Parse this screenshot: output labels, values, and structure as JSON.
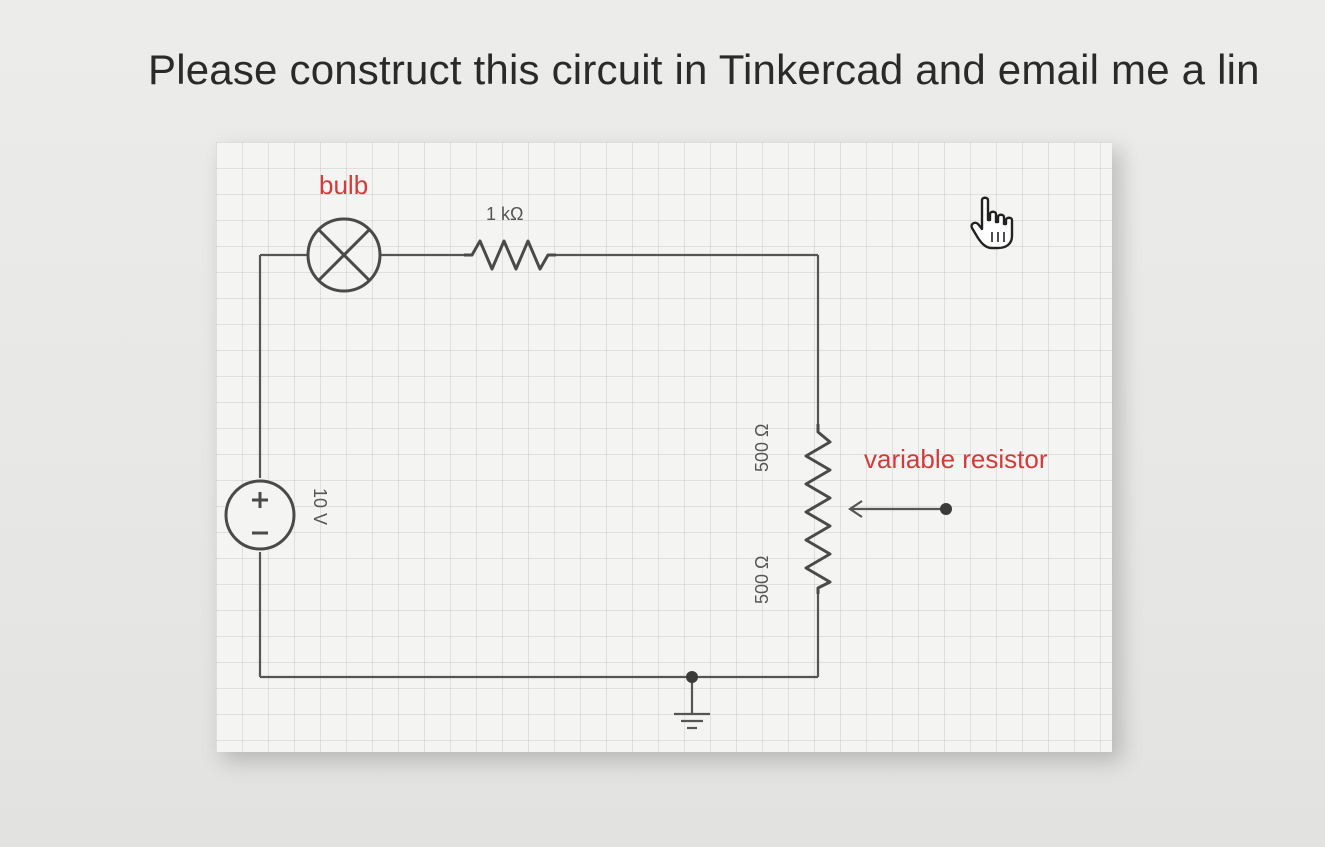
{
  "instruction": {
    "text": "Please construct this circuit in Tinkercad and email me a lin"
  },
  "circuit": {
    "bulb_label": "bulb",
    "resistor_label": "1 kΩ",
    "source_label": "10 V",
    "pot_upper_label": "500 Ω",
    "pot_lower_label": "500 Ω",
    "variable_resistor_label": "variable resistor"
  },
  "colors": {
    "label_red": "#d23b3b",
    "wire": "#555555"
  },
  "icons": {
    "cursor": "hand-pointer-icon"
  }
}
